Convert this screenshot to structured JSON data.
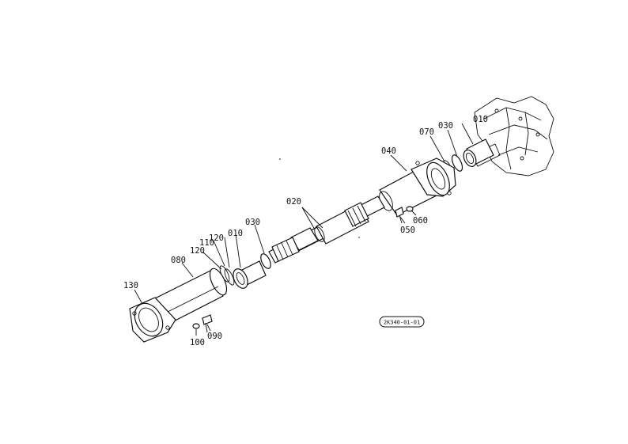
{
  "callouts": {
    "c010_top": "010",
    "c030_top": "030",
    "c070": "070",
    "c040": "040",
    "c060": "060",
    "c050": "050",
    "c020": "020",
    "c030_mid": "030",
    "c010_mid": "010",
    "c120_a": "120",
    "c110": "110",
    "c120_b": "120",
    "c080": "080",
    "c130": "130",
    "c100": "100",
    "c090": "090"
  },
  "drawing_code": "2K340-01-01",
  "colors": {
    "ink": "#111111",
    "paper": "#ffffff"
  }
}
